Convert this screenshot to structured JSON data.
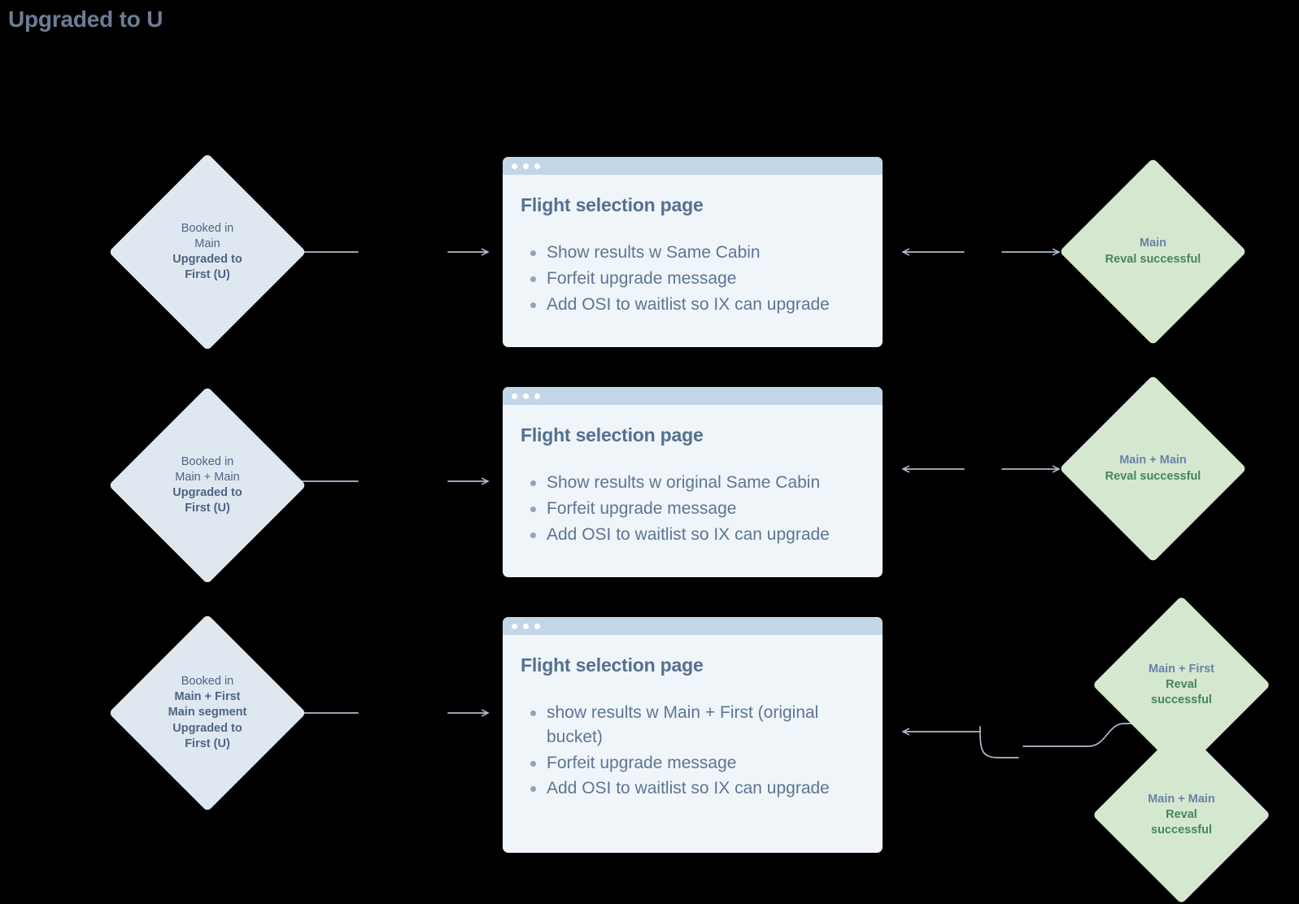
{
  "page": {
    "title": "Upgraded to U",
    "title_color": "#6c7d96",
    "background": "#000000",
    "connector_color": "#aebbcd"
  },
  "palette": {
    "start_diamond_fill": "#dfe8f1",
    "end_diamond_fill": "#d5e8cf",
    "card_body": "#f0f5fa",
    "card_titlebar": "#c3d6e7",
    "heading_text": "#55708f",
    "body_text": "#5d7593",
    "label_blue": "#6c81a8",
    "label_green": "#45855e"
  },
  "rows": [
    {
      "id": "row-1",
      "start": {
        "name": "booked-in-main-upgraded-first",
        "lines": [
          {
            "text": "Booked in",
            "bold": false
          },
          {
            "text": "Main",
            "bold": false
          },
          {
            "text": "Upgraded to",
            "bold": true
          },
          {
            "text": "First (U)",
            "bold": true
          }
        ]
      },
      "card": {
        "name": "flight-selection-page-card-1",
        "heading": "Flight selection page",
        "bullets": [
          "Show results w Same Cabin",
          "Forfeit upgrade message",
          "Add OSI to waitlist so IX can upgrade"
        ]
      },
      "outcomes": [
        {
          "name": "main-reval-successful",
          "lines": [
            {
              "text": "Main",
              "style": "blue"
            },
            {
              "text": "Reval successful",
              "style": "green"
            }
          ]
        }
      ]
    },
    {
      "id": "row-2",
      "start": {
        "name": "booked-in-main-main-upgraded-first",
        "lines": [
          {
            "text": "Booked in",
            "bold": false
          },
          {
            "text": "Main + Main",
            "bold": false
          },
          {
            "text": "Upgraded to",
            "bold": true
          },
          {
            "text": "First (U)",
            "bold": true
          }
        ]
      },
      "card": {
        "name": "flight-selection-page-card-2",
        "heading": "Flight selection page",
        "bullets": [
          "Show results w original Same Cabin",
          "Forfeit upgrade message",
          "Add OSI to waitlist so IX can upgrade"
        ]
      },
      "outcomes": [
        {
          "name": "main-main-reval-successful",
          "lines": [
            {
              "text": "Main + Main",
              "style": "blue"
            },
            {
              "text": "Reval successful",
              "style": "green"
            }
          ]
        }
      ]
    },
    {
      "id": "row-3",
      "start": {
        "name": "booked-in-main-first-main-segment-upgraded-first",
        "lines": [
          {
            "text": "Booked in",
            "bold": false
          },
          {
            "text": "Main + First",
            "bold": true
          },
          {
            "text": "Main segment",
            "bold": true
          },
          {
            "text": "Upgraded to",
            "bold": true
          },
          {
            "text": "First (U)",
            "bold": true
          }
        ]
      },
      "card": {
        "name": "flight-selection-page-card-3",
        "heading": "Flight selection page",
        "bullets": [
          "show results w Main + First (original bucket)",
          "Forfeit upgrade message",
          "Add OSI to waitlist so IX can upgrade"
        ]
      },
      "outcomes": [
        {
          "name": "main-first-reval-successful",
          "lines": [
            {
              "text": "Main + First",
              "style": "blue"
            },
            {
              "text": "Reval",
              "style": "green"
            },
            {
              "text": "successful",
              "style": "green"
            }
          ]
        },
        {
          "name": "main-main-reval-successful-2",
          "lines": [
            {
              "text": "Main + Main",
              "style": "blue"
            },
            {
              "text": "Reval",
              "style": "green"
            },
            {
              "text": "successful",
              "style": "green"
            }
          ]
        }
      ]
    }
  ]
}
